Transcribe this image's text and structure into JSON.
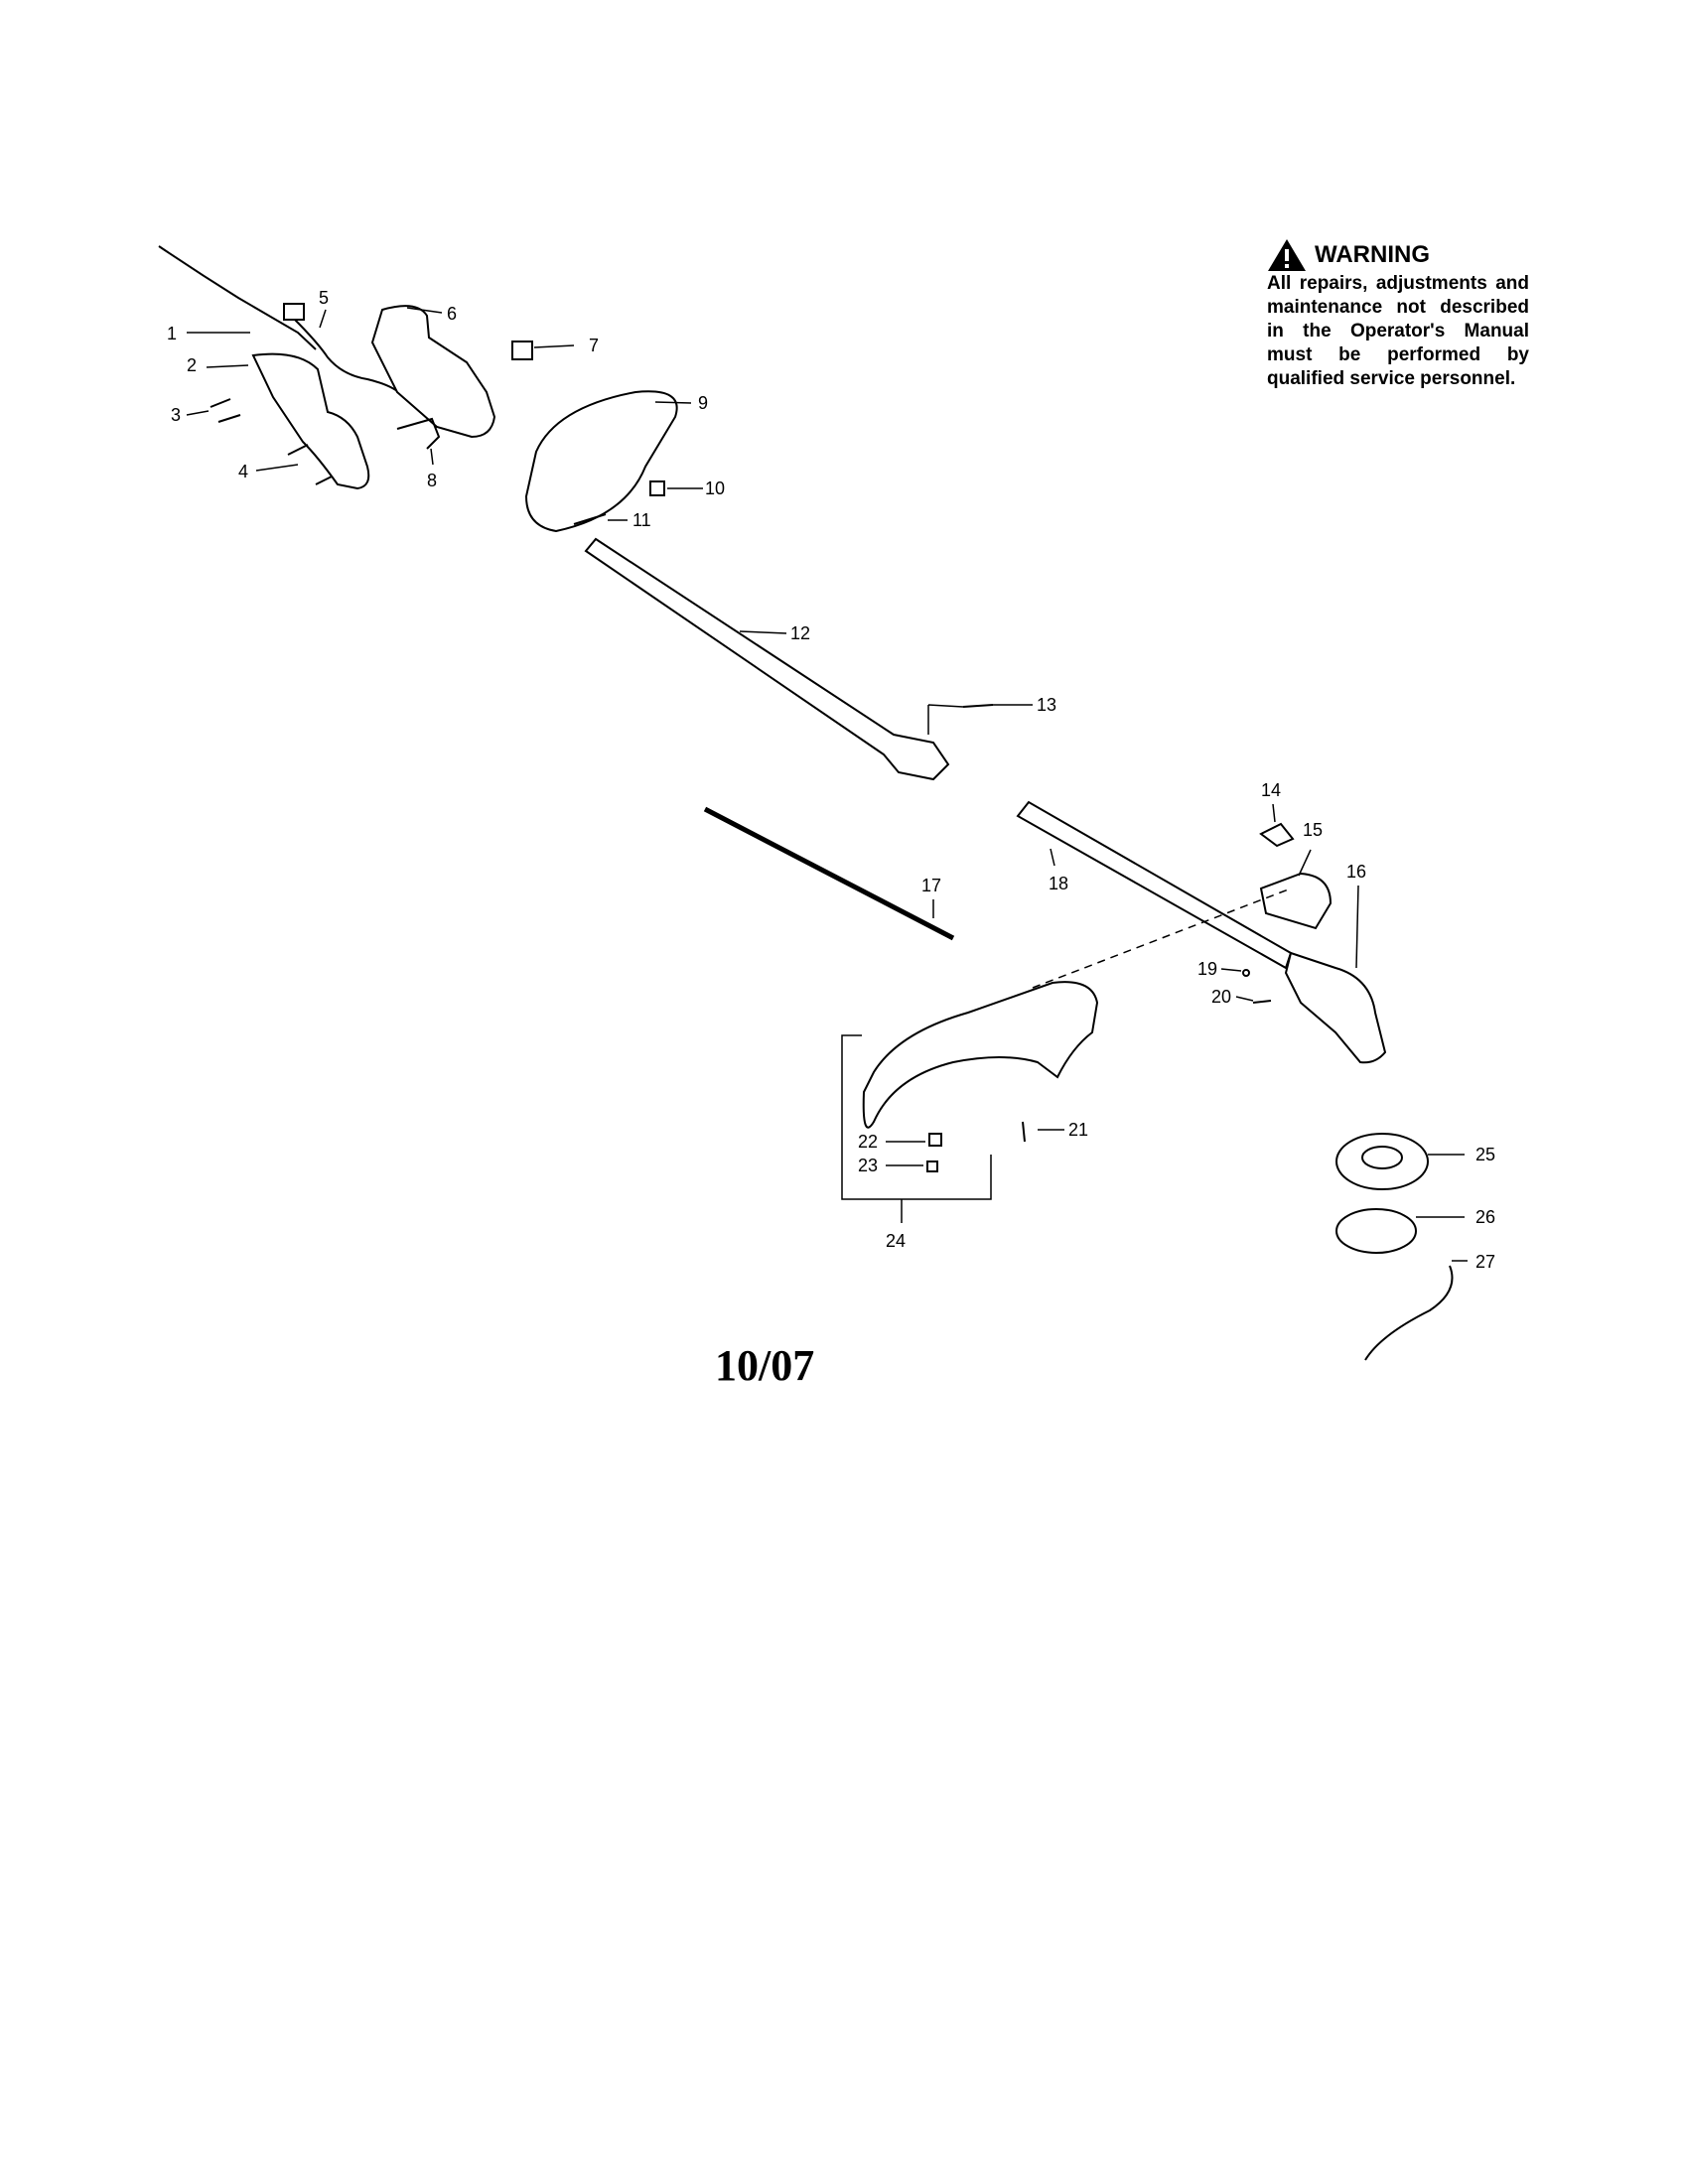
{
  "warning": {
    "icon": "warning-triangle-icon",
    "title": "WARNING",
    "text": "All repairs, adjustments and maintenance not described in the Operator's Manual must be performed by qualified service personnel."
  },
  "date": "10/07",
  "callouts": [
    "1",
    "2",
    "3",
    "4",
    "5",
    "6",
    "7",
    "8",
    "9",
    "10",
    "11",
    "12",
    "13",
    "14",
    "15",
    "16",
    "17",
    "18",
    "19",
    "20",
    "21",
    "22",
    "23",
    "24",
    "25",
    "26",
    "27"
  ]
}
